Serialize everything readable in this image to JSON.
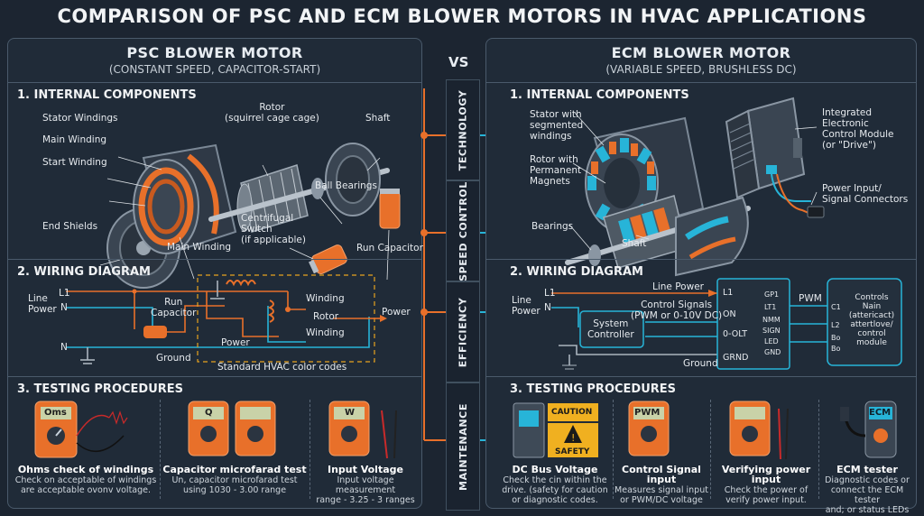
{
  "title": "COMPARISON OF PSC AND ECM BLOWER MOTORS IN HVAC APPLICATIONS",
  "vs": "VS",
  "tabs": [
    "TECHNOLOGY",
    "SPEED CONTROL",
    "EFFICIENCY",
    "MAINTENANCE"
  ],
  "colors": {
    "psc_accent": "#e8702a",
    "ecm_accent": "#27b4d8",
    "background": "#1c2531",
    "panel_border": "#4a5a6b"
  },
  "psc": {
    "title": "PSC BLOWER MOTOR",
    "subtitle": "(CONSTANT SPEED, CAPACITOR-START)",
    "sections": [
      "1. INTERNAL COMPONENTS",
      "2. WIRING DIAGRAM",
      "3. TESTING PROCEDURES"
    ],
    "components": {
      "stator_windings": "Stator Windings",
      "main_winding": "Main Winding",
      "start_winding": "Start Winding",
      "end_shields": "End Shields",
      "main_winding_bottom": "Main Winding",
      "rotor": "Rotor\n(squirrel cage cage)",
      "shaft": "Shaft",
      "ball_bearings": "Ball Bearings",
      "centrifugal_switch": "Centrifugal\nSwitch\n(if applicable)",
      "run_capacitor": "Run Capacitor"
    },
    "wiring": {
      "line_power": "Line\nPower",
      "l1": "L1",
      "n": "N",
      "n_bottom": "N",
      "run_capacitor": "Run\nCapacitor",
      "winding_top": "Winding",
      "rotor": "Rotor",
      "winding_bottom": "Winding",
      "power": "Power",
      "power_bottom": "Power",
      "ground": "Ground",
      "color_codes": "Standard HVAC color codes"
    },
    "tests": [
      {
        "display": "Oms",
        "title": "Ohms check of windings",
        "desc": "Check on acceptable of windings\nare acceptable ovonv voltage."
      },
      {
        "display": "Q",
        "title": "Capacitor microfarad test",
        "desc": "Un, capacitor microfarad test\nusing 1030 - 3.00 range"
      },
      {
        "display": "W",
        "title": "Input Voltage",
        "desc": "Input voltage measurement\nrange - 3.25 - 3 ranges"
      }
    ]
  },
  "ecm": {
    "title": "ECM BLOWER MOTOR",
    "subtitle": "(VARIABLE SPEED, BRUSHLESS DC)",
    "sections": [
      "1. INTERNAL COMPONENTS",
      "2. WIRING DIAGRAM",
      "3. TESTING PROCEDURES"
    ],
    "components": {
      "stator": "Stator with\nsegmented\nwindings",
      "rotor": "Rotor with\nPermanent\nMagnets",
      "bearings": "Bearings",
      "shaft": "Shaft",
      "control_module": "Integrated\nElectronic\nControl Module\n(or \"Drive\")",
      "power_input": "Power Input/\nSignal Connectors"
    },
    "wiring": {
      "line_power_top": "Line Power",
      "line_power": "Line\nPower",
      "l1": "L1",
      "n": "N",
      "control_signals": "Control Signals\n(PWM or 0-10V DC)",
      "system_controller": "System\nController",
      "ground": "Ground",
      "drive_pins": [
        "L1",
        "ON",
        "0-OLT",
        "GRND"
      ],
      "drive_pins_right": [
        "GP1",
        "LT1",
        "NMM",
        "SIGN",
        "LED",
        "GND"
      ],
      "pwm": "PWM",
      "module_pins": [
        "C1",
        "L2",
        "Bo",
        "Bo"
      ],
      "module_text": "Controls\nNain\n(attericact)\nattertlove/\ncontrol\nmodule"
    },
    "tests": [
      {
        "display": "",
        "title": "DC Bus Voltage",
        "desc": "Check the cin within the\ndrive. (safety for caution\nor diagnostic codes."
      },
      {
        "display": "PWM",
        "title": "Control Signal input",
        "desc": "Measures signal input\nor PWM/DC voltage"
      },
      {
        "display": "",
        "title": "Verifying power input",
        "desc": "Check the power of\nverify power input."
      },
      {
        "display": "ECM",
        "title": "ECM tester",
        "desc": "Diagnostic codes or\nconnect the ECM tester\nand; or status LEDs"
      }
    ],
    "caution_top": "CAUTION",
    "caution_bottom": "SAFETY"
  }
}
